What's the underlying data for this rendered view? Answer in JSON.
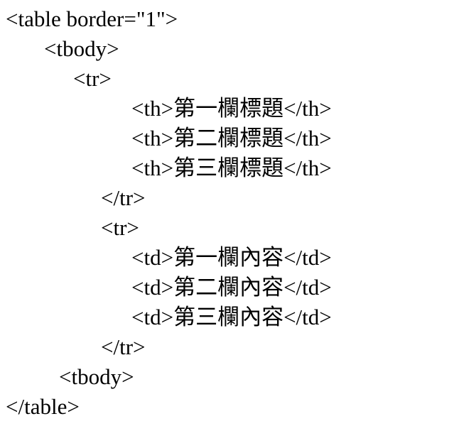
{
  "colors": {
    "text": "#000000",
    "background": "#ffffff"
  },
  "code_block": {
    "lines": [
      {
        "text": "<table border=\"1\">",
        "indent": 0
      },
      {
        "text": "<tbody>",
        "indent": 54
      },
      {
        "text": "<tr>",
        "indent": 95
      },
      {
        "text": "<th>第一欄標題</th>",
        "indent": 177
      },
      {
        "text": "<th>第二欄標題</th>",
        "indent": 177
      },
      {
        "text": "<th>第三欄標題</th>",
        "indent": 177
      },
      {
        "text": "</tr>",
        "indent": 134
      },
      {
        "text": "<tr>",
        "indent": 134
      },
      {
        "text": "<td>第一欄內容</td>",
        "indent": 177
      },
      {
        "text": "<td>第二欄內容</td>",
        "indent": 177
      },
      {
        "text": "<td>第三欄內容</td>",
        "indent": 177
      },
      {
        "text": "</tr>",
        "indent": 134
      },
      {
        "text": "<tbody>",
        "indent": 75
      },
      {
        "text": "</table>",
        "indent": 0
      }
    ]
  }
}
